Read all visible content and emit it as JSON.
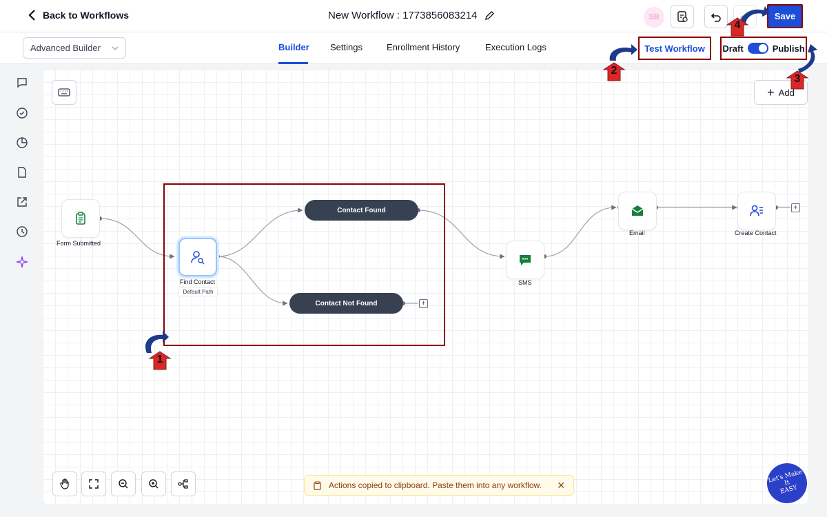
{
  "header": {
    "back_label": "Back to Workflows",
    "workflow_title": "New Workflow : 1773856083214",
    "avatar_initials": "SB",
    "save_label": "Save"
  },
  "subbar": {
    "builder_select": "Advanced Builder",
    "tabs": [
      {
        "label": "Builder",
        "active": true
      },
      {
        "label": "Settings",
        "active": false
      },
      {
        "label": "Enrollment History",
        "active": false
      },
      {
        "label": "Execution Logs",
        "active": false
      }
    ],
    "test_workflow_label": "Test Workflow",
    "draft_label": "Draft",
    "publish_label": "Publish",
    "publish_on": true
  },
  "canvas": {
    "add_label": "Add",
    "nodes": {
      "form_submitted": "Form Submitted",
      "find_contact": "Find Contact",
      "find_contact_sub": "Default Path",
      "contact_found": "Contact Found",
      "contact_not_found": "Contact Not Found",
      "sms": "SMS",
      "email": "Email",
      "create_contact": "Create Contact"
    }
  },
  "toast": {
    "message": "Actions copied to clipboard. Paste them into any workflow.",
    "close": "✕"
  },
  "annotations": [
    "1",
    "2",
    "3",
    "4"
  ],
  "logo_text": "Let's Make It EASY",
  "colors": {
    "accent": "#1d4ed8",
    "annotation_border": "#8b0000",
    "pill": "#374151",
    "toast_bg": "#fffbeb"
  }
}
